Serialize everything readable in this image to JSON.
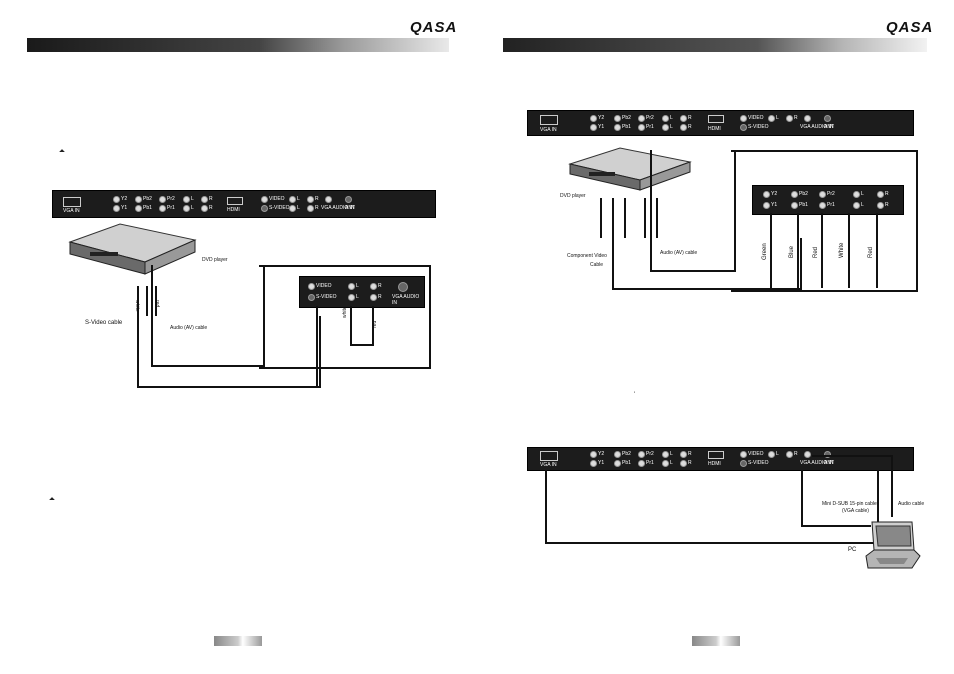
{
  "header": {
    "brand_left": "QASA",
    "brand_right": "QASA"
  },
  "panel_labels": {
    "vga_in": "VGA IN",
    "y1": "Y1",
    "pb1": "Pb1",
    "pr1": "Pr1",
    "y2": "Y2",
    "pb2": "Pb2",
    "pr2": "Pr2",
    "l": "L",
    "r": "R",
    "hdmi": "HDMI",
    "video": "VIDEO",
    "s_video": "S-VIDEO",
    "vga_audio_in": "VGA AUDIO IN",
    "ant": "ANT"
  },
  "left_diagram": {
    "dvd_player": "DVD player",
    "svideo_cable": "S-Video cable",
    "av_cable": "Audio (AV) cable",
    "white_label": "white",
    "red_label": "red",
    "white_label2": "white",
    "red_label2": "red",
    "inset_video": "VIDEO",
    "inset_svideo": "S-VIDEO",
    "inset_l": "L",
    "inset_r": "R",
    "inset_vga_audio": "VGA AUDIO IN"
  },
  "right_top_diagram": {
    "dvd_player": "DVD player",
    "component_cable": "Component Video",
    "cable": "Cable",
    "av_cable": "Audio (AV) cable",
    "green": "Green",
    "blue": "Blue",
    "red": "Red",
    "white": "White",
    "red2": "Red",
    "inset_y2": "Y2",
    "inset_pb2": "Pb2",
    "inset_pr2": "Pr2",
    "inset_y1": "Y1",
    "inset_pb1": "Pb1",
    "inset_pr1": "Pr1",
    "inset_l": "L",
    "inset_r": "R"
  },
  "right_bottom_diagram": {
    "vga_cable": "Mini D-SUB 15-pin cable",
    "vga_cable_sub": "(VGA cable)",
    "audio_cable": "Audio cable",
    "pc": "PC"
  },
  "misc": {
    "tick_mark": "'"
  }
}
